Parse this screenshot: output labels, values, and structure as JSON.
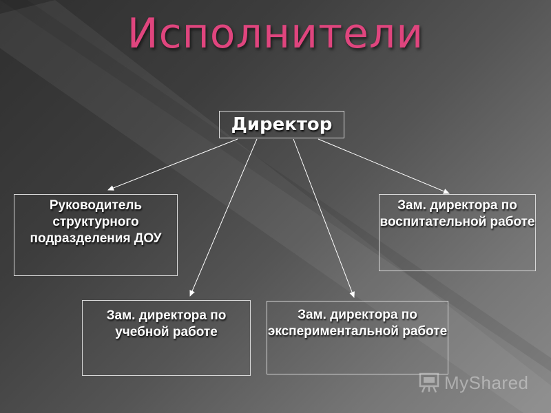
{
  "slide": {
    "title": "Исполнители",
    "title_color": "#e0457e"
  },
  "org_chart": {
    "root": {
      "label": "Директор"
    },
    "children": [
      {
        "id": "head-dou",
        "label": "Руководитель структурного подразделения ДОУ"
      },
      {
        "id": "deputy-edu",
        "label": "Зам. директора по воспитательной работе"
      },
      {
        "id": "deputy-study",
        "label": "Зам. директора по учебной работе"
      },
      {
        "id": "deputy-exp",
        "label": "Зам. директора по экспериментальной работе"
      }
    ]
  },
  "watermark": {
    "text": "MyShared",
    "icon": "presentation-board-icon"
  }
}
